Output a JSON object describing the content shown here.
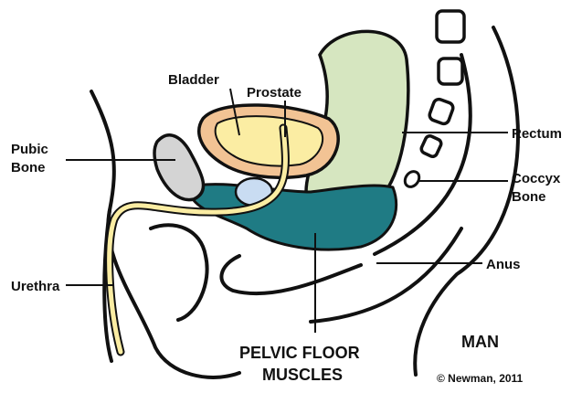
{
  "labels": {
    "bladder": "Bladder",
    "prostate": "Prostate",
    "pubic_bone_line1": "Pubic",
    "pubic_bone_line2": "Bone",
    "rectum": "Rectum",
    "coccyx_line1": "Coccyx",
    "coccyx_line2": "Bone",
    "anus": "Anus",
    "urethra": "Urethra",
    "pelvic_floor_line1": "PELVIC FLOOR",
    "pelvic_floor_line2": "MUSCLES",
    "title": "MAN",
    "credit": "© Newman, 2011"
  },
  "colors": {
    "bladder_outer": "#f2c394",
    "bladder_inner": "#fbeda3",
    "prostate": "#c9dcf2",
    "pubic_bone": "#d4d4d4",
    "rectum": "#d6e6c0",
    "pelvic_floor": "#1f7b84",
    "urethra": "#fbeda3",
    "vertebra": "#ffffff",
    "outline": "#111111"
  }
}
